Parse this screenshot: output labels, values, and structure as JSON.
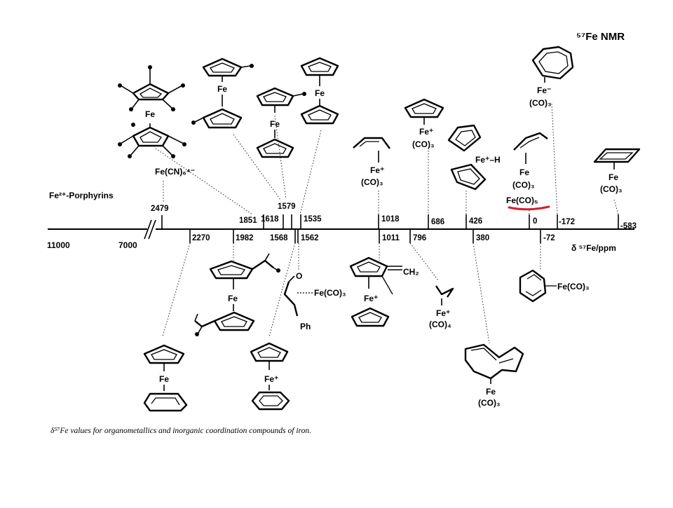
{
  "title": "⁵⁷Fe NMR",
  "caption": "δ⁵⁷Fe values for organometallics and inorganic coordination compounds of iron.",
  "axis": {
    "label": "δ ⁵⁷Fe/ppm",
    "left_values": [
      "11000",
      "7000"
    ]
  },
  "labels": {
    "porphyrins": "Fe²⁺-Porphyrins",
    "ferrocyanide": "Fe(CN)₆⁴⁻",
    "fe": "Fe",
    "fe_plus": "Fe⁺",
    "fe_minus": "Fe⁻",
    "co3": "(CO)₃",
    "co4": "(CO)₄",
    "fe_co3": "Fe(CO)₃",
    "fe_co5": "Fe(CO)₅",
    "fe_plus_h": "Fe⁺–H",
    "ch2": "CH₂",
    "ph": "Ph",
    "o": "O"
  },
  "ticks_above": [
    "2479",
    "1851",
    "1618",
    "1579",
    "1535",
    "1018",
    "686",
    "426",
    "0",
    "-172",
    "-583"
  ],
  "ticks_below": [
    "2270",
    "1982",
    "1568",
    "1562",
    "1011",
    "796",
    "380",
    "-72"
  ],
  "highlight_color": "#d4202a"
}
